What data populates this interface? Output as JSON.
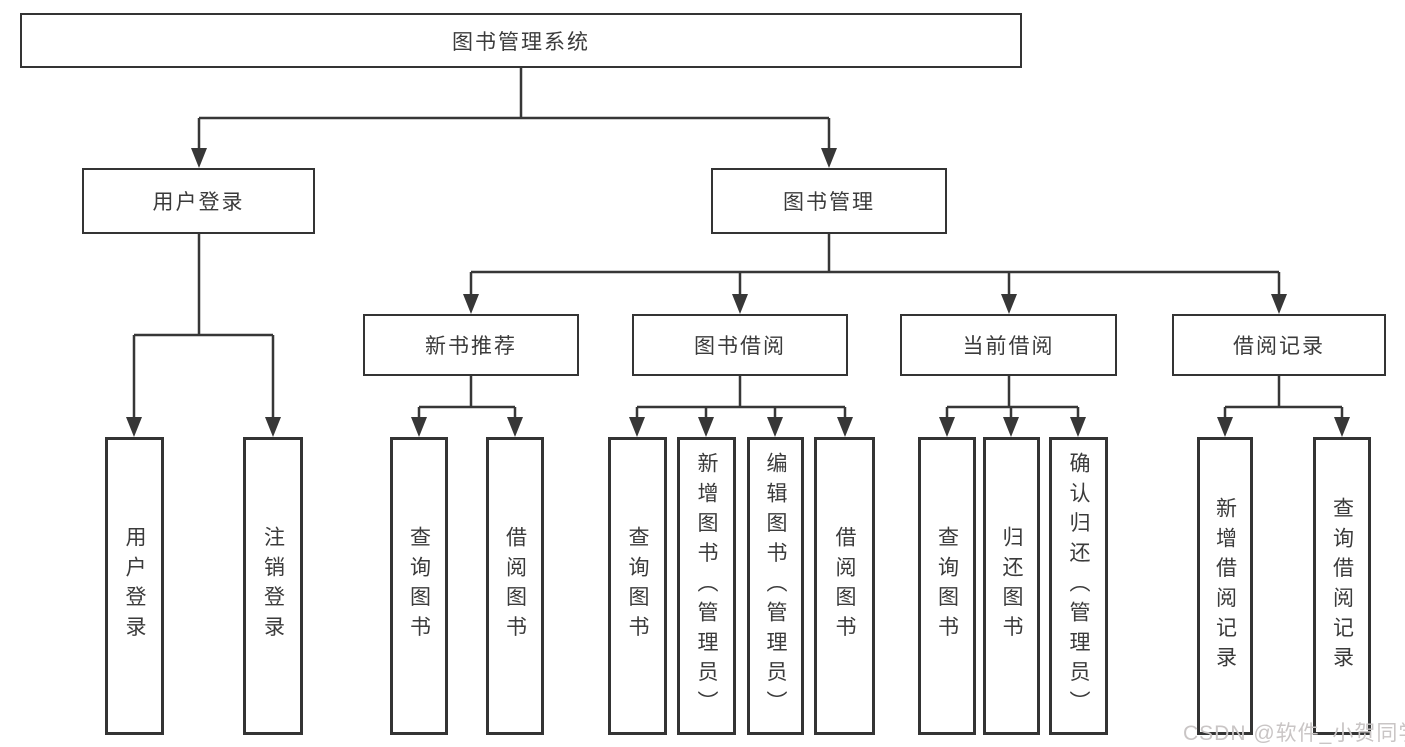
{
  "diagram": {
    "root": {
      "label": "图书管理系统"
    },
    "branches": [
      {
        "label": "用户登录",
        "children": [
          {
            "label": "用户登录"
          },
          {
            "label": "注销登录"
          }
        ]
      },
      {
        "label": "图书管理",
        "groups": [
          {
            "label": "新书推荐",
            "children": [
              {
                "label": "查询图书"
              },
              {
                "label": "借阅图书"
              }
            ]
          },
          {
            "label": "图书借阅",
            "children": [
              {
                "label": "查询图书"
              },
              {
                "label": "新增图书（管理员）"
              },
              {
                "label": "编辑图书（管理员）"
              },
              {
                "label": "借阅图书"
              }
            ]
          },
          {
            "label": "当前借阅",
            "children": [
              {
                "label": "查询图书"
              },
              {
                "label": "归还图书"
              },
              {
                "label": "确认归还（管理员）"
              }
            ]
          },
          {
            "label": "借阅记录",
            "children": [
              {
                "label": "新增借阅记录"
              },
              {
                "label": "查询借阅记录"
              }
            ]
          }
        ]
      }
    ]
  },
  "watermark": "CSDN @软件_小贺同学",
  "colors": {
    "line": "#373737",
    "text": "#3b3b3b",
    "watermark": "#c9c5c5",
    "background": "#ffffff"
  }
}
